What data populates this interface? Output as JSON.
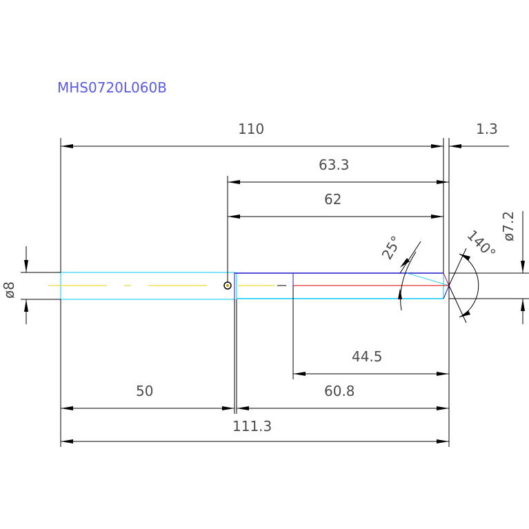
{
  "title": "MHS0720L060B",
  "dimensions": {
    "overall_length": "110",
    "tip_offset": "1.3",
    "flute_length_a": "63.3",
    "flute_length_b": "62",
    "shank_length": "50",
    "body_length": "60.8",
    "cutting_length": "44.5",
    "total_length": "111.3",
    "shank_diameter": "ø8",
    "tip_diameter": "ø7.2",
    "point_angle": "140°",
    "helix_angle": "25°"
  },
  "colors": {
    "shank_outline": "#00c8ff",
    "body_outline": "#1818c8",
    "centerline": "#e6d200",
    "cutting_edge": "#e00000",
    "dimension": "#000000",
    "text": "#4a4a4a",
    "title": "#5a5ae8"
  }
}
